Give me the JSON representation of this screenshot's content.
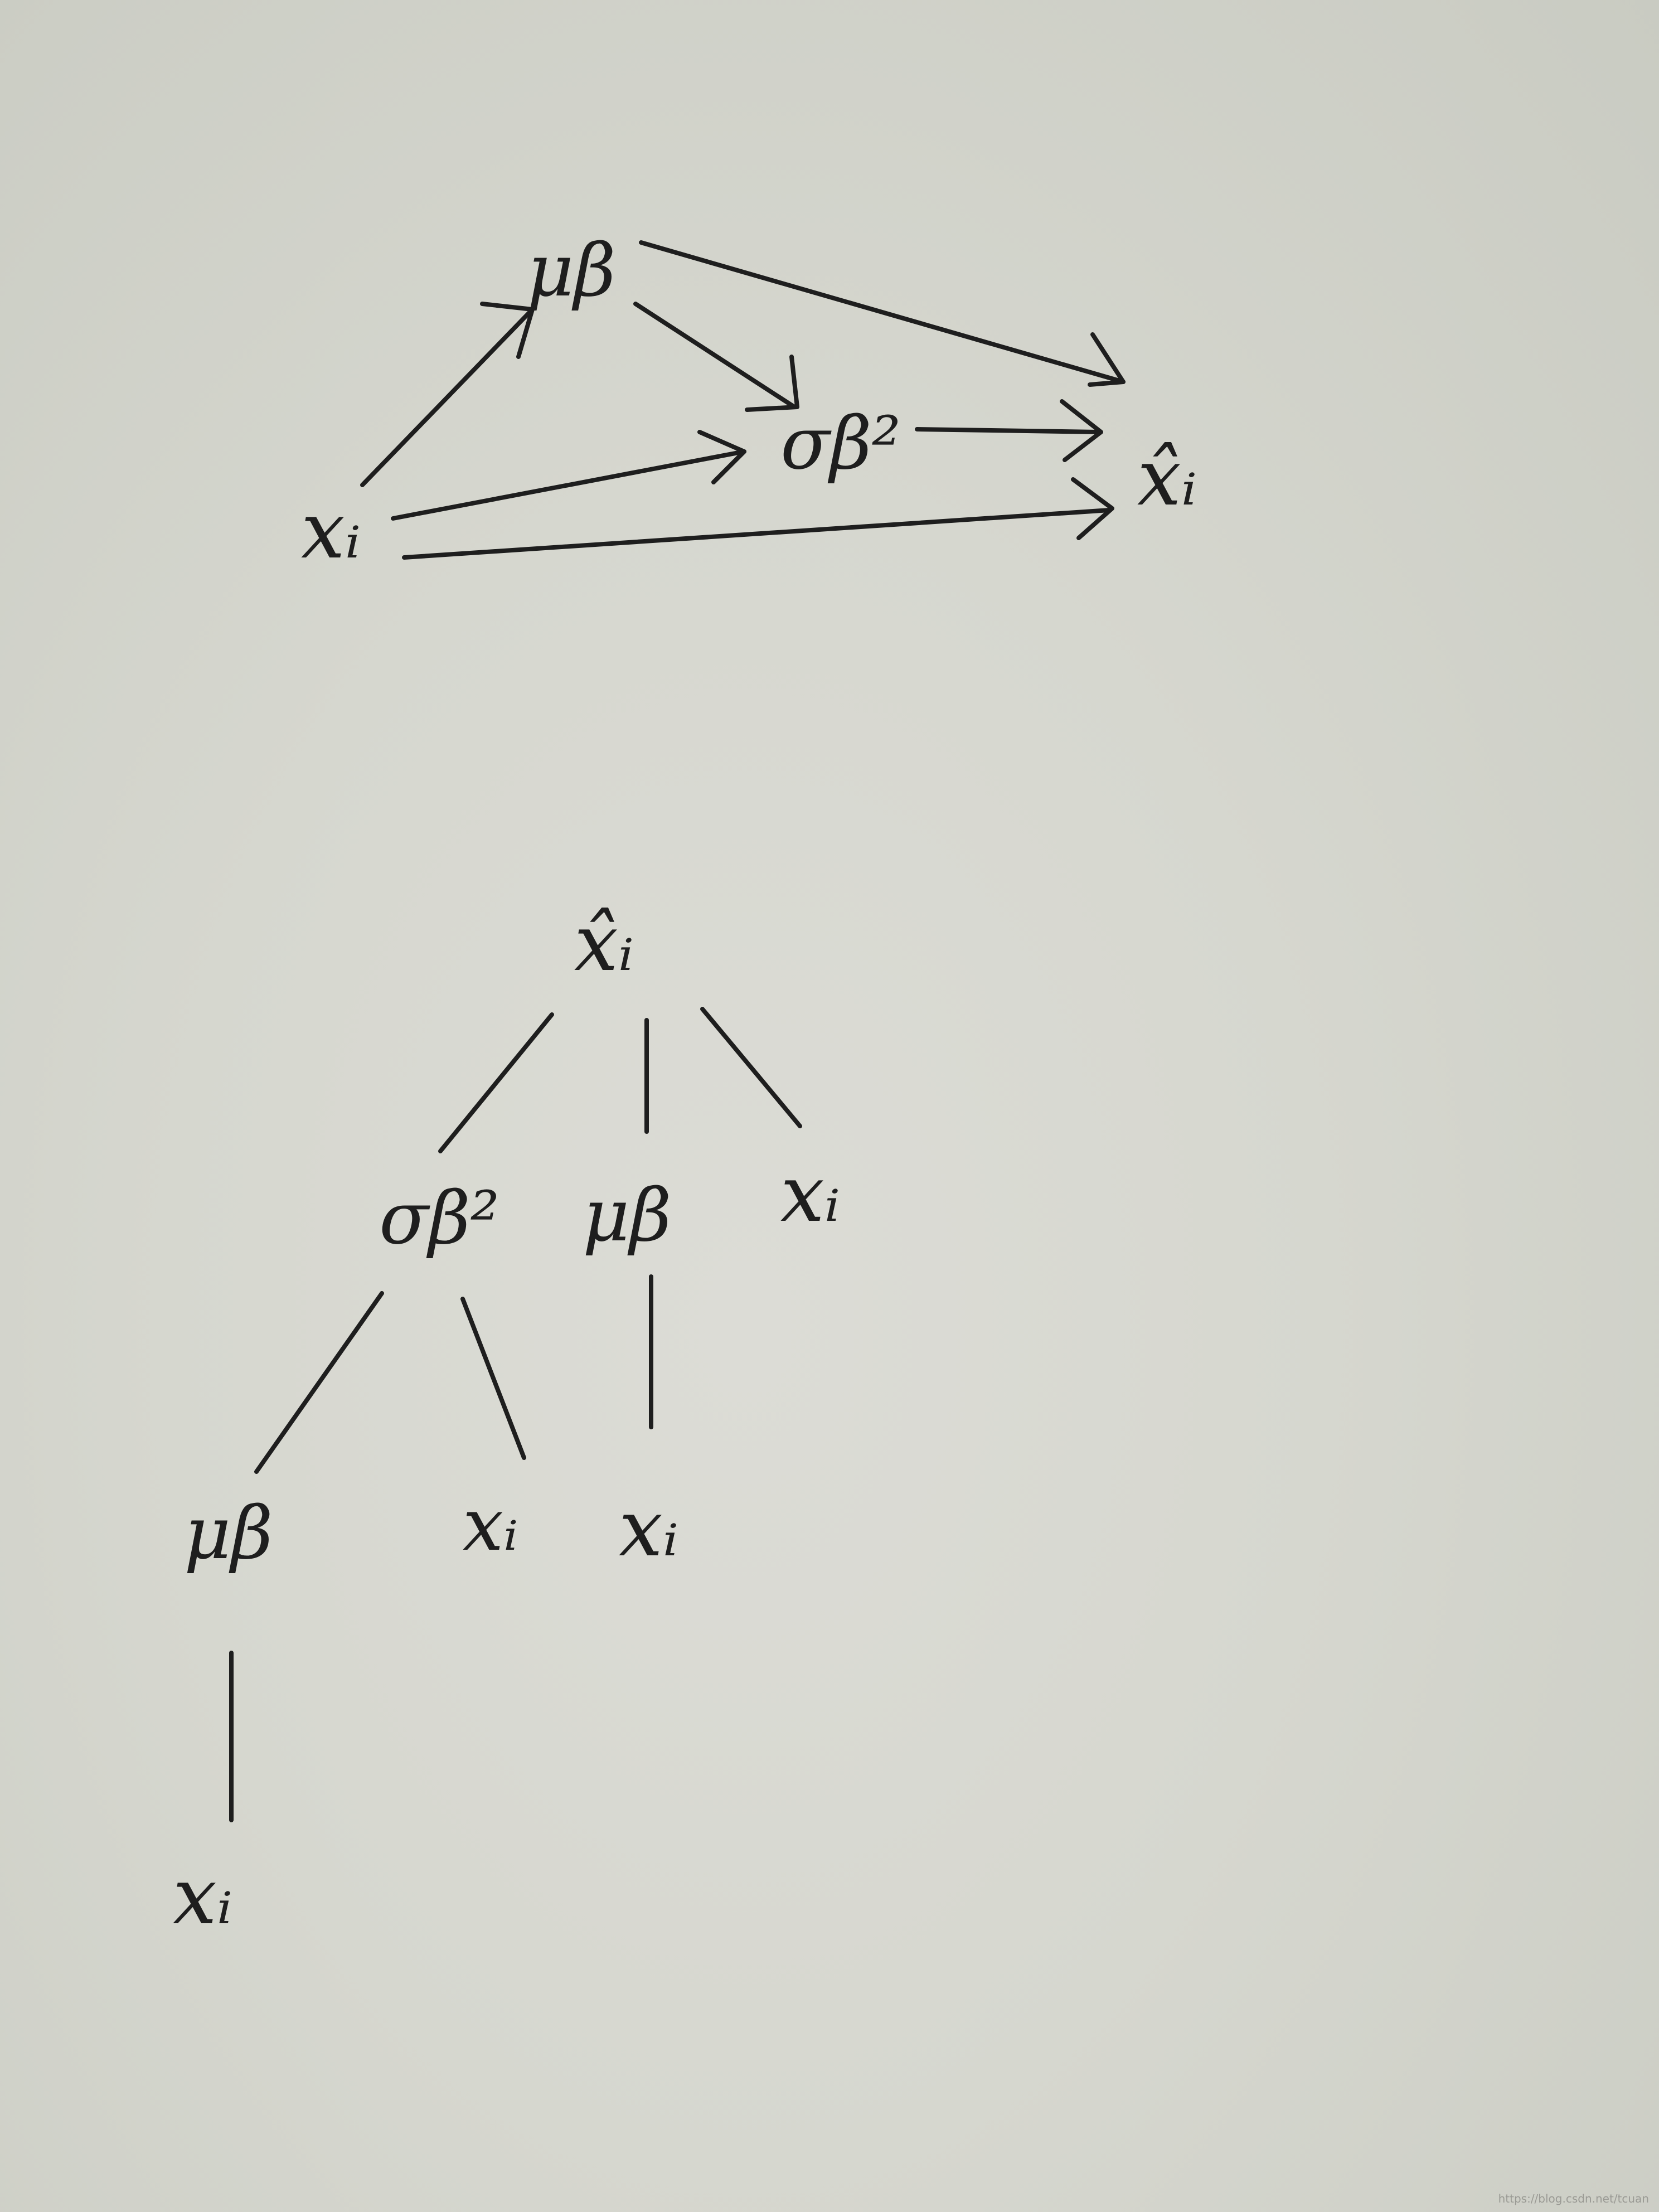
{
  "diagram": {
    "nodes": {
      "mu": "μβ",
      "sigma": "σβ²",
      "x": "xᵢ",
      "xhat": "x̂ᵢ"
    }
  },
  "watermark": "https://blog.csdn.net/tcuan"
}
